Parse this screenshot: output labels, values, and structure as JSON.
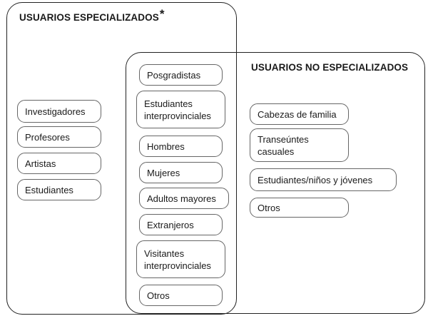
{
  "groups": {
    "specialized": {
      "title": "USUARIOS ESPECIALIZADOS",
      "title_mark": "*",
      "items": [
        "Investigadores",
        "Profesores",
        "Artistas",
        "Estudiantes"
      ]
    },
    "shared": {
      "items": [
        "Posgradistas",
        "Estudiantes\ninterprovinciales",
        "Hombres",
        "Mujeres",
        "Adultos mayores",
        "Extranjeros",
        "Visitantes\ninterprovinciales",
        "Otros"
      ]
    },
    "non_specialized": {
      "title": "USUARIOS NO ESPECIALIZADOS",
      "items": [
        "Cabezas de familia",
        "Transeúntes\ncasuales",
        "Estudiantes/niños y jóvenes",
        "Otros"
      ]
    }
  }
}
